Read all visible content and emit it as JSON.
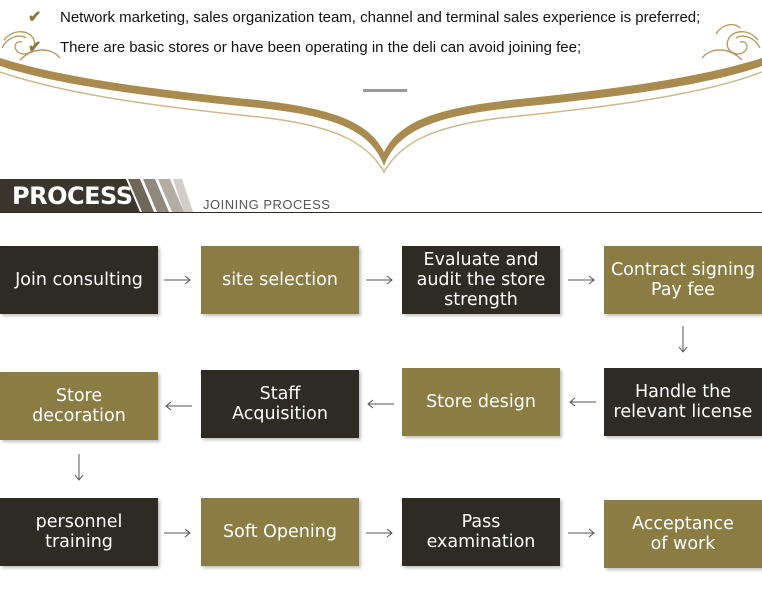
{
  "requirements": [
    "Network marketing, sales organization team, channel and terminal sales experience is preferred;",
    "There are basic stores or have been operating in the deli can avoid joining fee;"
  ],
  "process_header": {
    "title": "PROCESS",
    "subtitle": "JOINING PROCESS"
  },
  "steps": [
    {
      "label": "Join consulting"
    },
    {
      "label": "site selection"
    },
    {
      "label": "Evaluate and\naudit the store\nstrength"
    },
    {
      "label": "Contract signing\nPay fee"
    },
    {
      "label": "Handle the\nrelevant license"
    },
    {
      "label": "Store design"
    },
    {
      "label": "Staff\nAcquisition"
    },
    {
      "label": "Store\ndecoration"
    },
    {
      "label": "personnel\ntraining"
    },
    {
      "label": "Soft Opening"
    },
    {
      "label": "Pass\nexamination"
    },
    {
      "label": "Acceptance\nof work"
    }
  ],
  "colors": {
    "dark": "#2e2a24",
    "olive": "#8b7c44",
    "gold_line": "#a98a4f"
  }
}
